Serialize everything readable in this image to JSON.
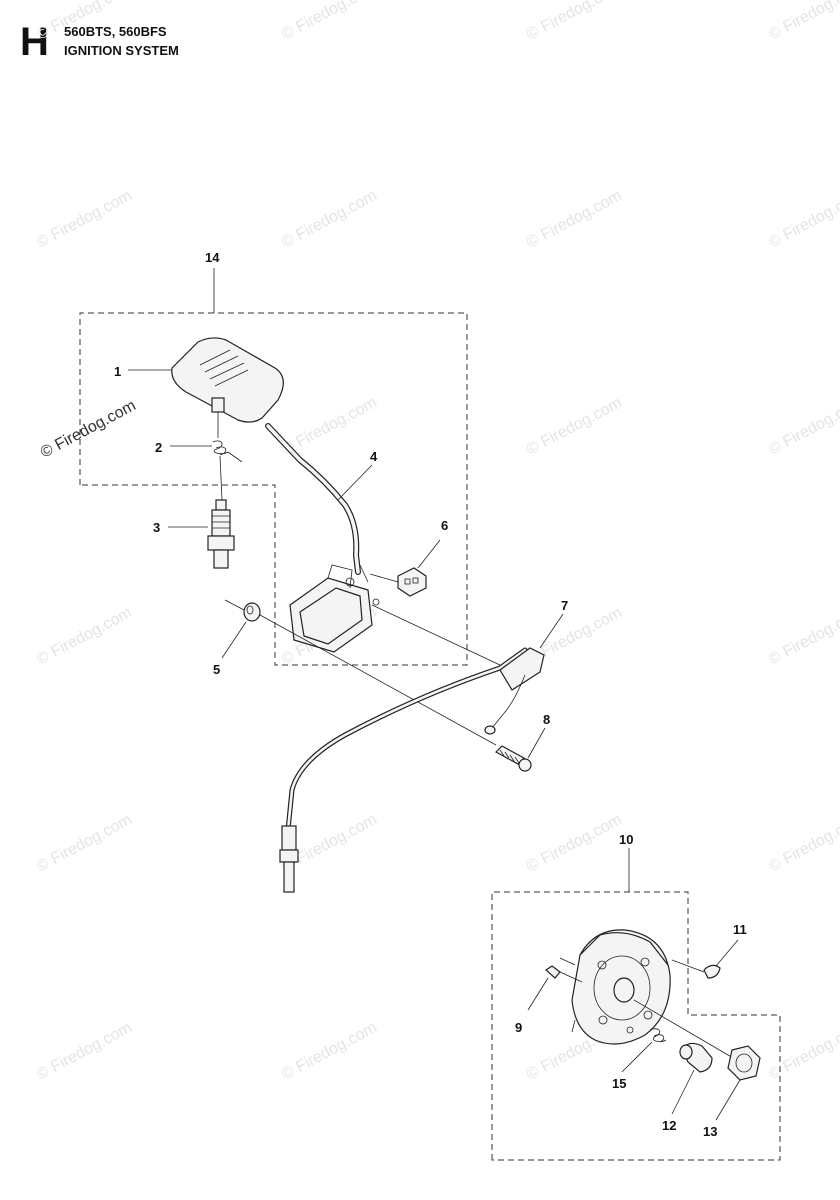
{
  "header": {
    "section_letter": "H",
    "model": "560BTS, 560BFS",
    "title": "IGNITION SYSTEM"
  },
  "watermark": "© Firedog.com",
  "callouts": [
    "1",
    "2",
    "3",
    "4",
    "5",
    "6",
    "7",
    "8",
    "9",
    "10",
    "11",
    "12",
    "13",
    "14",
    "15"
  ]
}
